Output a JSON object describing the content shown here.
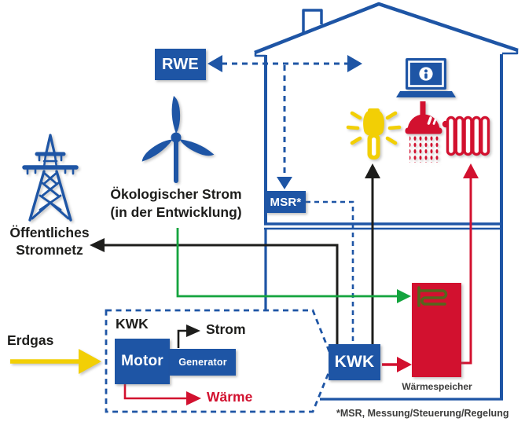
{
  "title": "KWK Hausenergie-Schema",
  "palette": {
    "blue": "#1e55a5",
    "red": "#d2112f",
    "yellow": "#f2cf05",
    "green": "#14a43e",
    "coil_olive": "#55661d",
    "text_black": "#1d1d1b",
    "text_gray": "#3c3c3b"
  },
  "labels": {
    "rwe": "RWE",
    "msr": "MSR*",
    "kwk_house": "KWK",
    "kwk_plant": "KWK",
    "motor": "Motor",
    "generator": "Generator",
    "strom": "Strom",
    "waerme": "Wärme",
    "erdgas": "Erdgas",
    "oeko_line1": "Ökologischer Strom",
    "oeko_line2": "(in der Entwicklung)",
    "grid_line1": "Öffentliches",
    "grid_line2": "Stromnetz",
    "speicher": "Wärmespeicher",
    "footnote": "*MSR, Messung/Steuerung/Regelung"
  },
  "icons": {
    "power-pylon-icon": "blue lattice electricity pylon",
    "wind-turbine-icon": "blue three-blade wind turbine",
    "house-icon": "blue house outline with chimney, two storeys",
    "laptop-info-icon": "blue laptop with white info-i circle on screen",
    "light-bulb-icon": "yellow energy-saving bulb with rays",
    "shower-icon": "red shower head with water drops",
    "radiator-icon": "red radiator with five fins",
    "heat-storage-icon": "red heat storage tank with olive heating coil"
  },
  "connections": {
    "rwe_house_dashed": "bidirectional dashed blue data link RWE ↔ house",
    "house_msr_dashed": "dashed blue link down to MSR*",
    "msr_kwk_dashed": "dashed blue link MSR* → KWK",
    "kwk_grid_black": "black power line KWK → Öffentliches Stromnetz",
    "kwk_bulb_black": "black power line KWK → bulb",
    "eco_green": "green eco power line turbine → Wärmespeicher",
    "speicher_radiator_red": "red heat line Wärmespeicher → radiator",
    "kwk_speicher_red": "red heat line KWK → Wärmespeicher",
    "erdgas_yellow": "yellow gas arrow → KWK unit"
  }
}
